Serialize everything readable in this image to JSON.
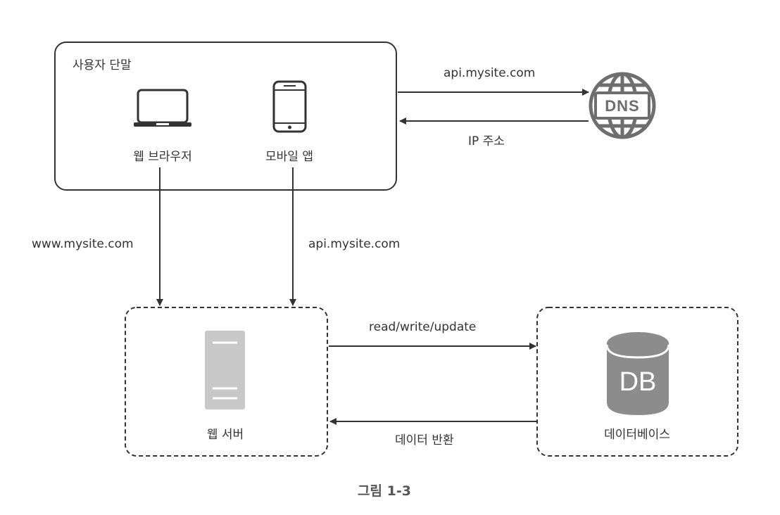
{
  "user_devices": {
    "title": "사용자 단말",
    "web_browser_label": "웹 브라우저",
    "mobile_app_label": "모바일 앱"
  },
  "dns": {
    "icon_text": "DNS",
    "request_label": "api.mysite.com",
    "response_label": "IP 주소"
  },
  "flows": {
    "browser_to_server": "www.mysite.com",
    "app_to_server": "api.mysite.com",
    "server_to_db": "read/write/update",
    "db_to_server": "데이터 반환"
  },
  "web_server": {
    "label": "웹 서버"
  },
  "database": {
    "icon_text": "DB",
    "label": "데이터베이스"
  },
  "caption": "그림 1-3",
  "colors": {
    "line": "#333333",
    "icon_gray": "#8c8c8c",
    "server_gray": "#c8c8c8",
    "dns_gray": "#6e6e6e"
  }
}
